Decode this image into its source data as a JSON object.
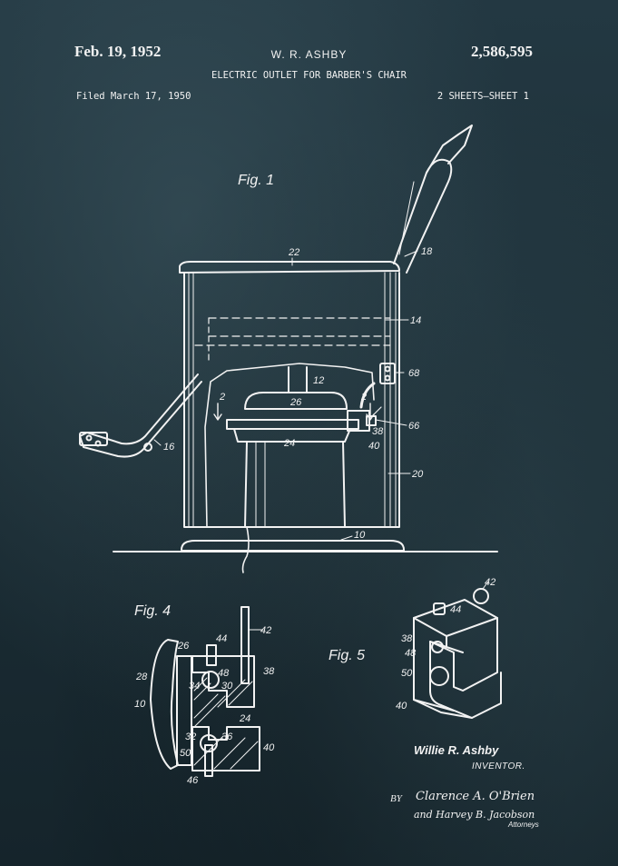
{
  "header": {
    "date": "Feb. 19, 1952",
    "inventor_header": "W. R. ASHBY",
    "patent_number": "2,586,595",
    "title": "ELECTRIC OUTLET FOR BARBER'S CHAIR",
    "filed": "Filed March 17, 1950",
    "sheets": "2 SHEETS—SHEET 1"
  },
  "figures": {
    "fig1": "Fig. 1",
    "fig4": "Fig. 4",
    "fig5": "Fig. 5"
  },
  "fig1_labels": {
    "l22": "22",
    "l18": "18",
    "l14": "14",
    "l68": "68",
    "l12": "12",
    "l2a": "2",
    "l2b": "2",
    "l26": "26",
    "l38": "38",
    "l66": "66",
    "l40": "40",
    "l24": "24",
    "l16": "16",
    "l20": "20",
    "l10": "10"
  },
  "fig4_labels": {
    "l42": "42",
    "l44": "44",
    "l26": "26",
    "l38": "38",
    "l48": "48",
    "l28": "28",
    "l34": "34",
    "l30": "30",
    "l10": "10",
    "l24": "24",
    "l32": "32",
    "l36": "36",
    "l40": "40",
    "l50": "50",
    "l46": "46"
  },
  "fig5_labels": {
    "l42": "42",
    "l44": "44",
    "l38": "38",
    "l48": "48",
    "l50": "50",
    "l40": "40"
  },
  "signature": {
    "inventor_name": "Willie R. Ashby",
    "inventor_label": "INVENTOR.",
    "by": "BY",
    "attorney_line1": "Clarence A. O'Brien",
    "attorney_line2": "and Harvey B. Jacobson",
    "attorneys": "Attorneys"
  }
}
